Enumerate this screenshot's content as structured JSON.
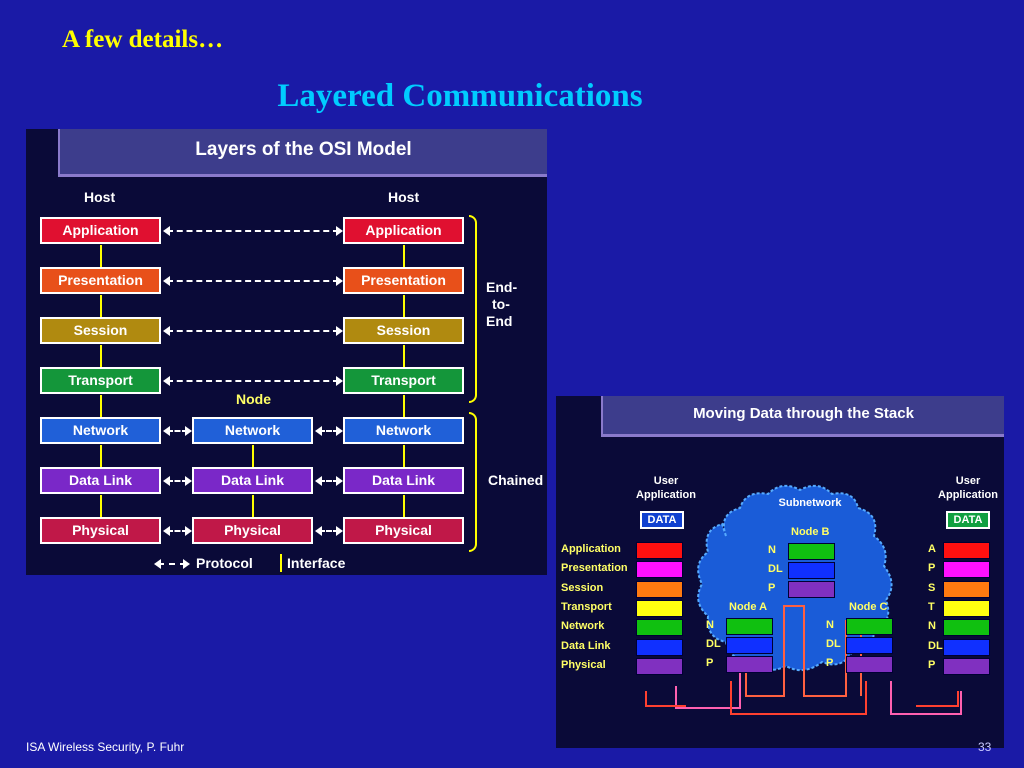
{
  "slide": {
    "subtitle": "A few details…",
    "title": "Layered Communications",
    "footer": "ISA Wireless Security, P. Fuhr",
    "page_number": "33"
  },
  "osi_figure": {
    "title": "Layers of the OSI Model",
    "host_left": "Host",
    "host_right": "Host",
    "node_label": "Node",
    "layers": [
      {
        "name": "Application",
        "color": "#e01030"
      },
      {
        "name": "Presentation",
        "color": "#e8501a"
      },
      {
        "name": "Session",
        "color": "#b08a10"
      },
      {
        "name": "Transport",
        "color": "#14963a"
      },
      {
        "name": "Network",
        "color": "#2060d8"
      },
      {
        "name": "Data Link",
        "color": "#7a28c8"
      },
      {
        "name": "Physical",
        "color": "#c01848"
      }
    ],
    "end_to_end_label": "End-\nto-\nEnd",
    "chained_label": "Chained",
    "legend_protocol": "Protocol",
    "legend_interface": "Interface"
  },
  "stack_figure": {
    "title": "Moving Data through the Stack",
    "user_app_left": "User\nApplication",
    "user_app_right": "User\nApplication",
    "data_left": "DATA",
    "data_right": "DATA",
    "subnetwork": "Subnetwork",
    "layer_labels": [
      "Application",
      "Presentation",
      "Session",
      "Transport",
      "Network",
      "Data Link",
      "Physical"
    ],
    "right_abbr": [
      "A",
      "P",
      "S",
      "T",
      "N",
      "DL",
      "P"
    ],
    "stack_colors": [
      "#ff1010",
      "#ff10ff",
      "#ff7a10",
      "#ffff10",
      "#10c010",
      "#1030ff",
      "#8030c0"
    ],
    "node_a": {
      "name": "Node A",
      "labels": [
        "N",
        "DL",
        "P"
      ]
    },
    "node_b": {
      "name": "Node B",
      "labels": [
        "N",
        "DL",
        "P"
      ]
    },
    "node_c": {
      "name": "Node C",
      "labels": [
        "N",
        "DL",
        "P"
      ]
    }
  }
}
